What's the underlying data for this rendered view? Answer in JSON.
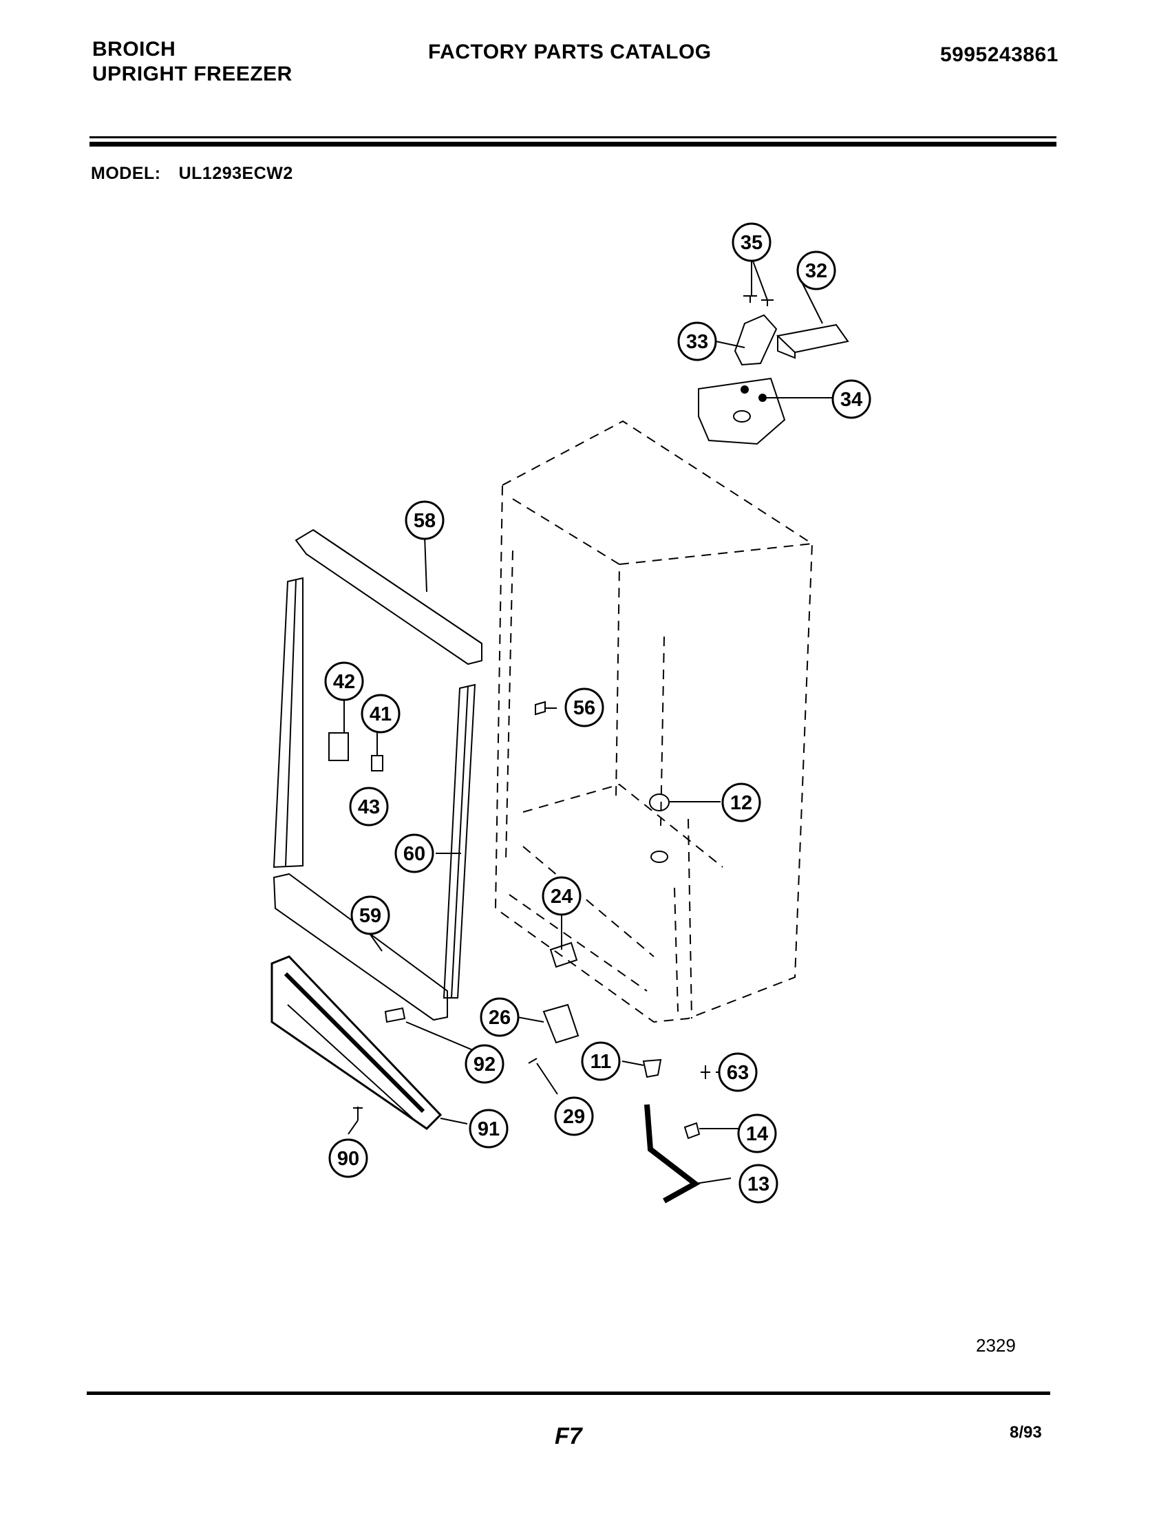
{
  "header": {
    "brand_line1": "BROICH",
    "brand_line2": "UPRIGHT FREEZER",
    "catalog_title": "FACTORY PARTS CATALOG",
    "part_number": "5995243861"
  },
  "model": {
    "label": "MODEL:",
    "value": "UL1293ECW2"
  },
  "diagram": {
    "callouts": [
      "35",
      "32",
      "33",
      "34",
      "58",
      "42",
      "41",
      "43",
      "56",
      "12",
      "60",
      "24",
      "59",
      "26",
      "92",
      "11",
      "63",
      "29",
      "91",
      "14",
      "90",
      "13"
    ]
  },
  "footer": {
    "diagram_id": "2329",
    "page": "F7",
    "date": "8/93"
  }
}
